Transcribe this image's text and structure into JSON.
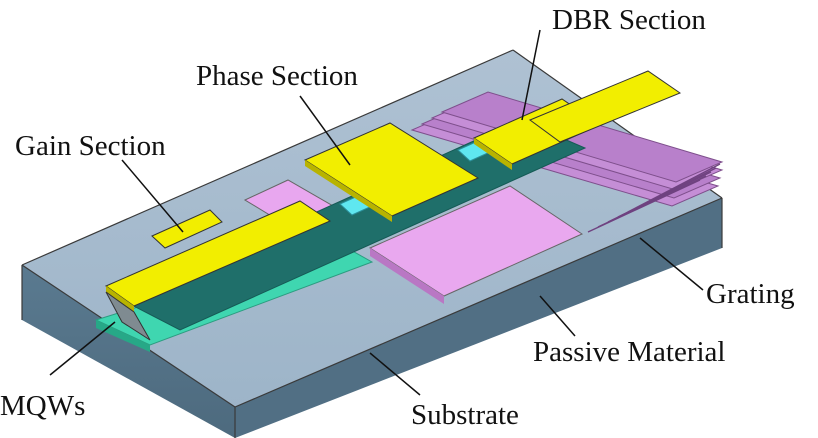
{
  "labels": {
    "dbr_section": "DBR Section",
    "phase_section": "Phase Section",
    "gain_section": "Gain Section",
    "grating": "Grating",
    "passive_material": "Passive Material",
    "mqws": "MQWs",
    "substrate": "Substrate"
  },
  "colors": {
    "electrode": "#f2ee00",
    "passive_material": "#e6a6ee",
    "grating": "#c58ed6",
    "mqws": "#3fd6b0",
    "phase_window": "#5fe7f0",
    "substrate_top": "#7ea2bf",
    "substrate_front": "#5f7f96",
    "cladding": "#c9d3e3"
  }
}
